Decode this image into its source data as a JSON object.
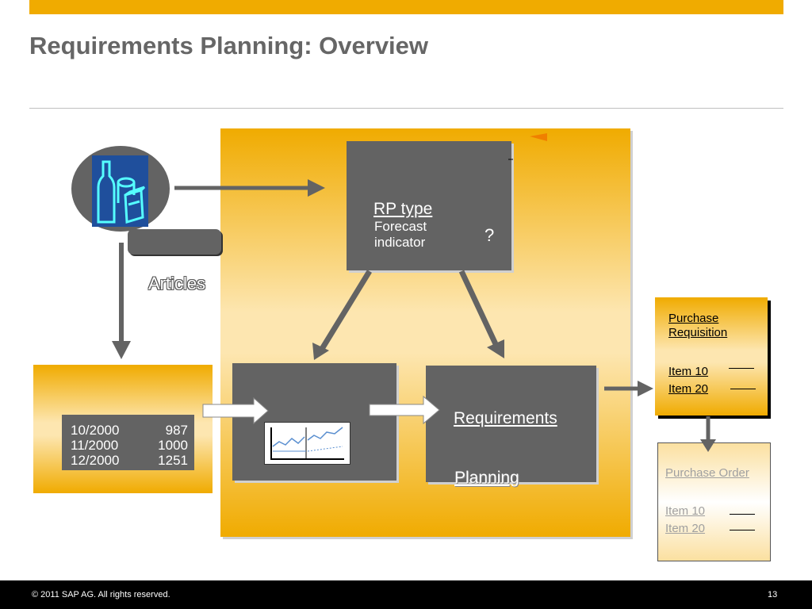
{
  "slide": {
    "title": "Requirements Planning: Overview",
    "copyright": "© 2011 SAP AG. All rights reserved.",
    "page_number": "13"
  },
  "articles": {
    "label": "Articles"
  },
  "rp_box": {
    "rp_type": "RP type",
    "forecast_indicator": "Forecast\nindicator",
    "question_mark": "?"
  },
  "requirements_box": {
    "line1": "Requirements",
    "line2": "Planning"
  },
  "history": {
    "rows": [
      {
        "period": "10/2000",
        "value": "987"
      },
      {
        "period": "11/2000",
        "value": "1000"
      },
      {
        "period": "12/2000",
        "value": "1251"
      }
    ]
  },
  "purchase_requisition": {
    "title": "Purchase Requisition",
    "items": [
      "Item 10",
      "Item 20"
    ]
  },
  "purchase_order": {
    "title": "Purchase Order",
    "items": [
      "Item 10",
      "Item 20"
    ]
  },
  "colors": {
    "accent": "#f0ab00",
    "box_gray": "#636363",
    "title_gray": "#666666"
  },
  "icons": {
    "articles": "articles-bottle-box-icon",
    "forecast": "forecast-line-chart-icon"
  }
}
